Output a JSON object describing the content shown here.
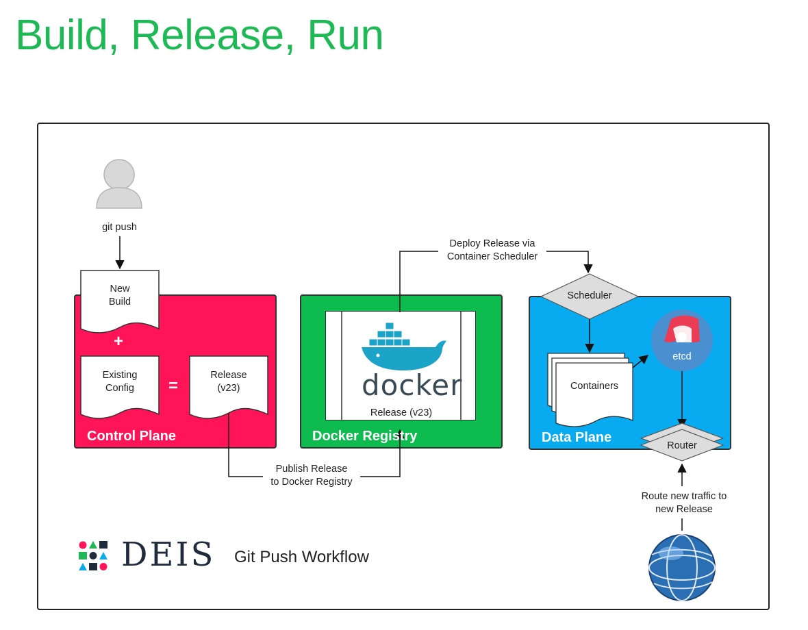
{
  "page": {
    "title": "Build, Release, Run"
  },
  "nodes": {
    "user": "git push",
    "new_build": [
      "New",
      "Build"
    ],
    "plus": "+",
    "existing_config": [
      "Existing",
      "Config"
    ],
    "equals": "=",
    "release": [
      "Release",
      "(v23)"
    ],
    "docker_logo": "docker",
    "docker_release": "Release (v23)",
    "scheduler": "Scheduler",
    "containers": "Containers",
    "etcd": "etcd",
    "router": "Router"
  },
  "panels": {
    "control_plane": "Control Plane",
    "docker_registry": "Docker Registry",
    "data_plane": "Data Plane"
  },
  "edges": {
    "publish": [
      "Publish Release",
      "to Docker Registry"
    ],
    "deploy": [
      "Deploy Release via",
      "Container Scheduler"
    ],
    "route": [
      "Route new traffic to",
      "new Release"
    ]
  },
  "footer": {
    "brand": "DEIS",
    "caption": "Git Push Workflow"
  },
  "colors": {
    "title": "#1db954",
    "control_plane": "#ff1458",
    "docker_registry": "#0dbb4f",
    "data_plane": "#08aaf0",
    "node_fill": "#dddddd"
  }
}
